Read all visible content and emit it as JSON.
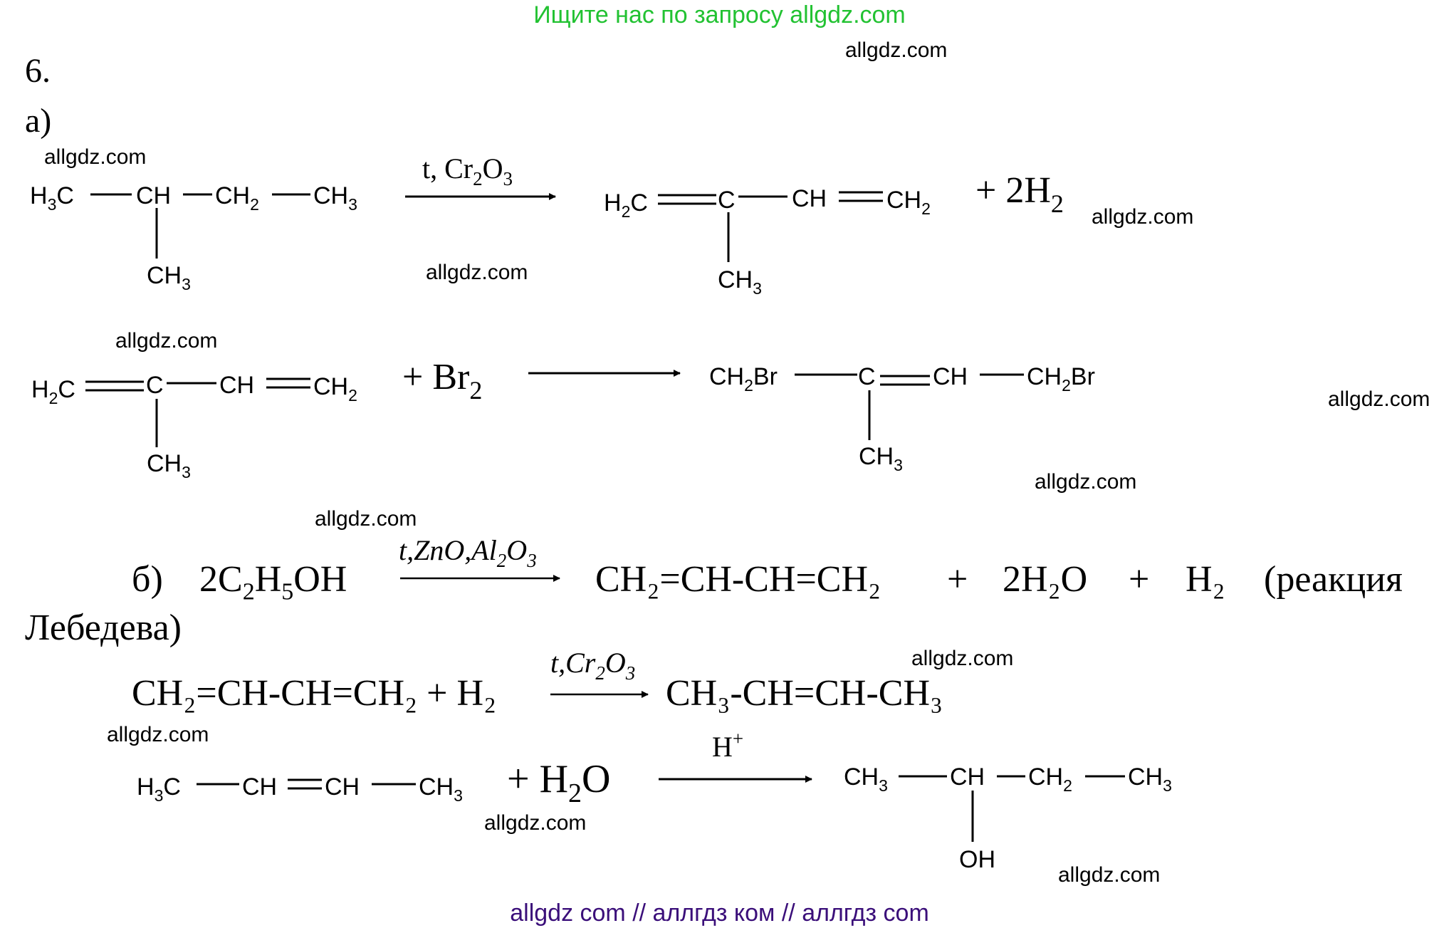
{
  "banner": {
    "text": "Ищите нас по запросу allgdz.com",
    "color": "#22c232"
  },
  "task_number": "6.",
  "part_a": "а)",
  "watermark": "allgdz.com",
  "footer": {
    "text": "allgdz com  //  аллгдз ком  //  аллгдз com",
    "color": "#3b0f7a"
  },
  "chem": {
    "cond_t": "t, Cr",
    "sub2": "2",
    "O": "O",
    "sub3": "3",
    "H3C": "H",
    "C": "C",
    "CH": "CH",
    "CH2": "CH",
    "CH3": "CH",
    "Br": "Br",
    "plus_2H": "+ 2H",
    "plus_Br": "+ Br",
    "plus_H": "+ H",
    "OH": "OH",
    "Hplus": "H",
    "sup_plus": "+",
    "tZnO": "t,ZnO,Al",
    "tCr": "t,Cr"
  },
  "part_b": {
    "label": "б)",
    "reactant": "2C",
    "h": "H",
    "oh": "OH",
    "product": "CH₂=CH-CH=CH₂",
    "plus": "+",
    "water": "2H₂O",
    "h2": "H₂",
    "note": "(реакция",
    "note2": "Лебедева)",
    "eq2_left": "CH₂=CH-CH=CH₂ + H₂",
    "eq2_right": "CH₃-CH=CH-CH₃"
  }
}
